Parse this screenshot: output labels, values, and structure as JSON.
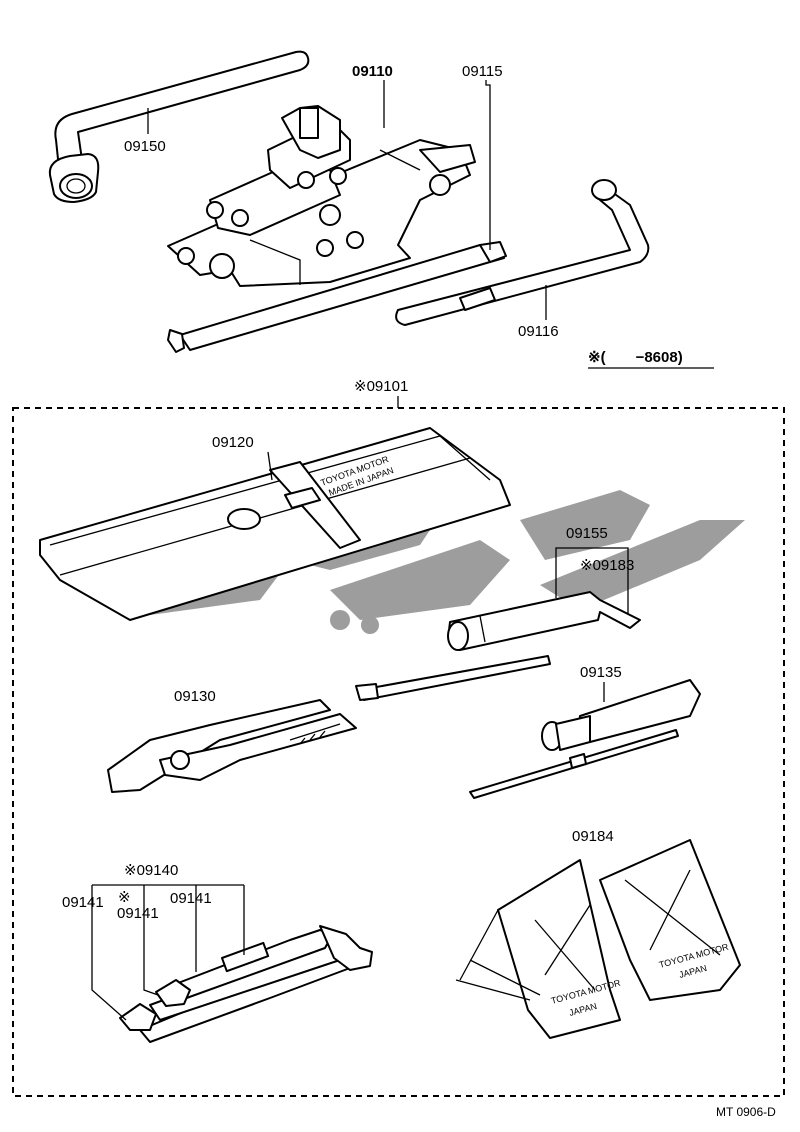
{
  "parts": {
    "p09150": "09150",
    "p09110": "09110",
    "p09115": "09115",
    "p09116": "09116",
    "p09101": "※09101",
    "p09120": "09120",
    "p09155": "09155",
    "p09183": "※09183",
    "p09130": "09130",
    "p09135": "09135",
    "p09140": "※09140",
    "p09141a": "09141",
    "p09141b_mark": "※",
    "p09141b": "09141",
    "p09141c": "09141",
    "p09184": "09184"
  },
  "range_note": "※(　　−8608)",
  "bag_text": {
    "line1": "TOYOTA MOTOR",
    "line2": "MADE IN JAPAN"
  },
  "chock_text": {
    "line1": "TOYOTA MOTOR",
    "line2": "JAPAN"
  },
  "footer_code": "MT  0906-D",
  "watermark_color": "#8c8c8c"
}
